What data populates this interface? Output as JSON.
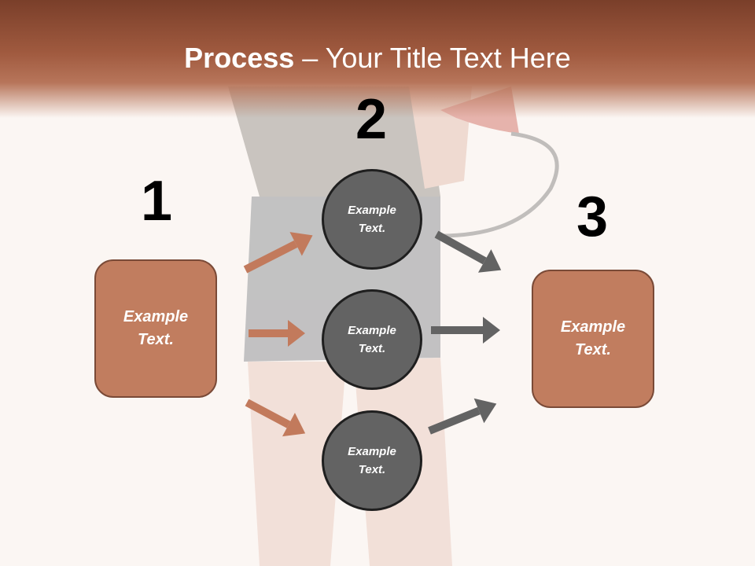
{
  "title": {
    "bold": "Process",
    "rest": " – Your Title Text Here"
  },
  "steps": [
    {
      "number": "1",
      "box_text": "Example\nText."
    },
    {
      "number": "2",
      "circles": [
        "Example\nText.",
        "Example\nText.",
        "Example\nText."
      ]
    },
    {
      "number": "3",
      "box_text": "Example\nText."
    }
  ],
  "colors": {
    "title_bar": "#a05a3f",
    "box": "#c17d5f",
    "circle": "#636363",
    "arrow_left": "#c27a5c",
    "arrow_right": "#636363"
  }
}
